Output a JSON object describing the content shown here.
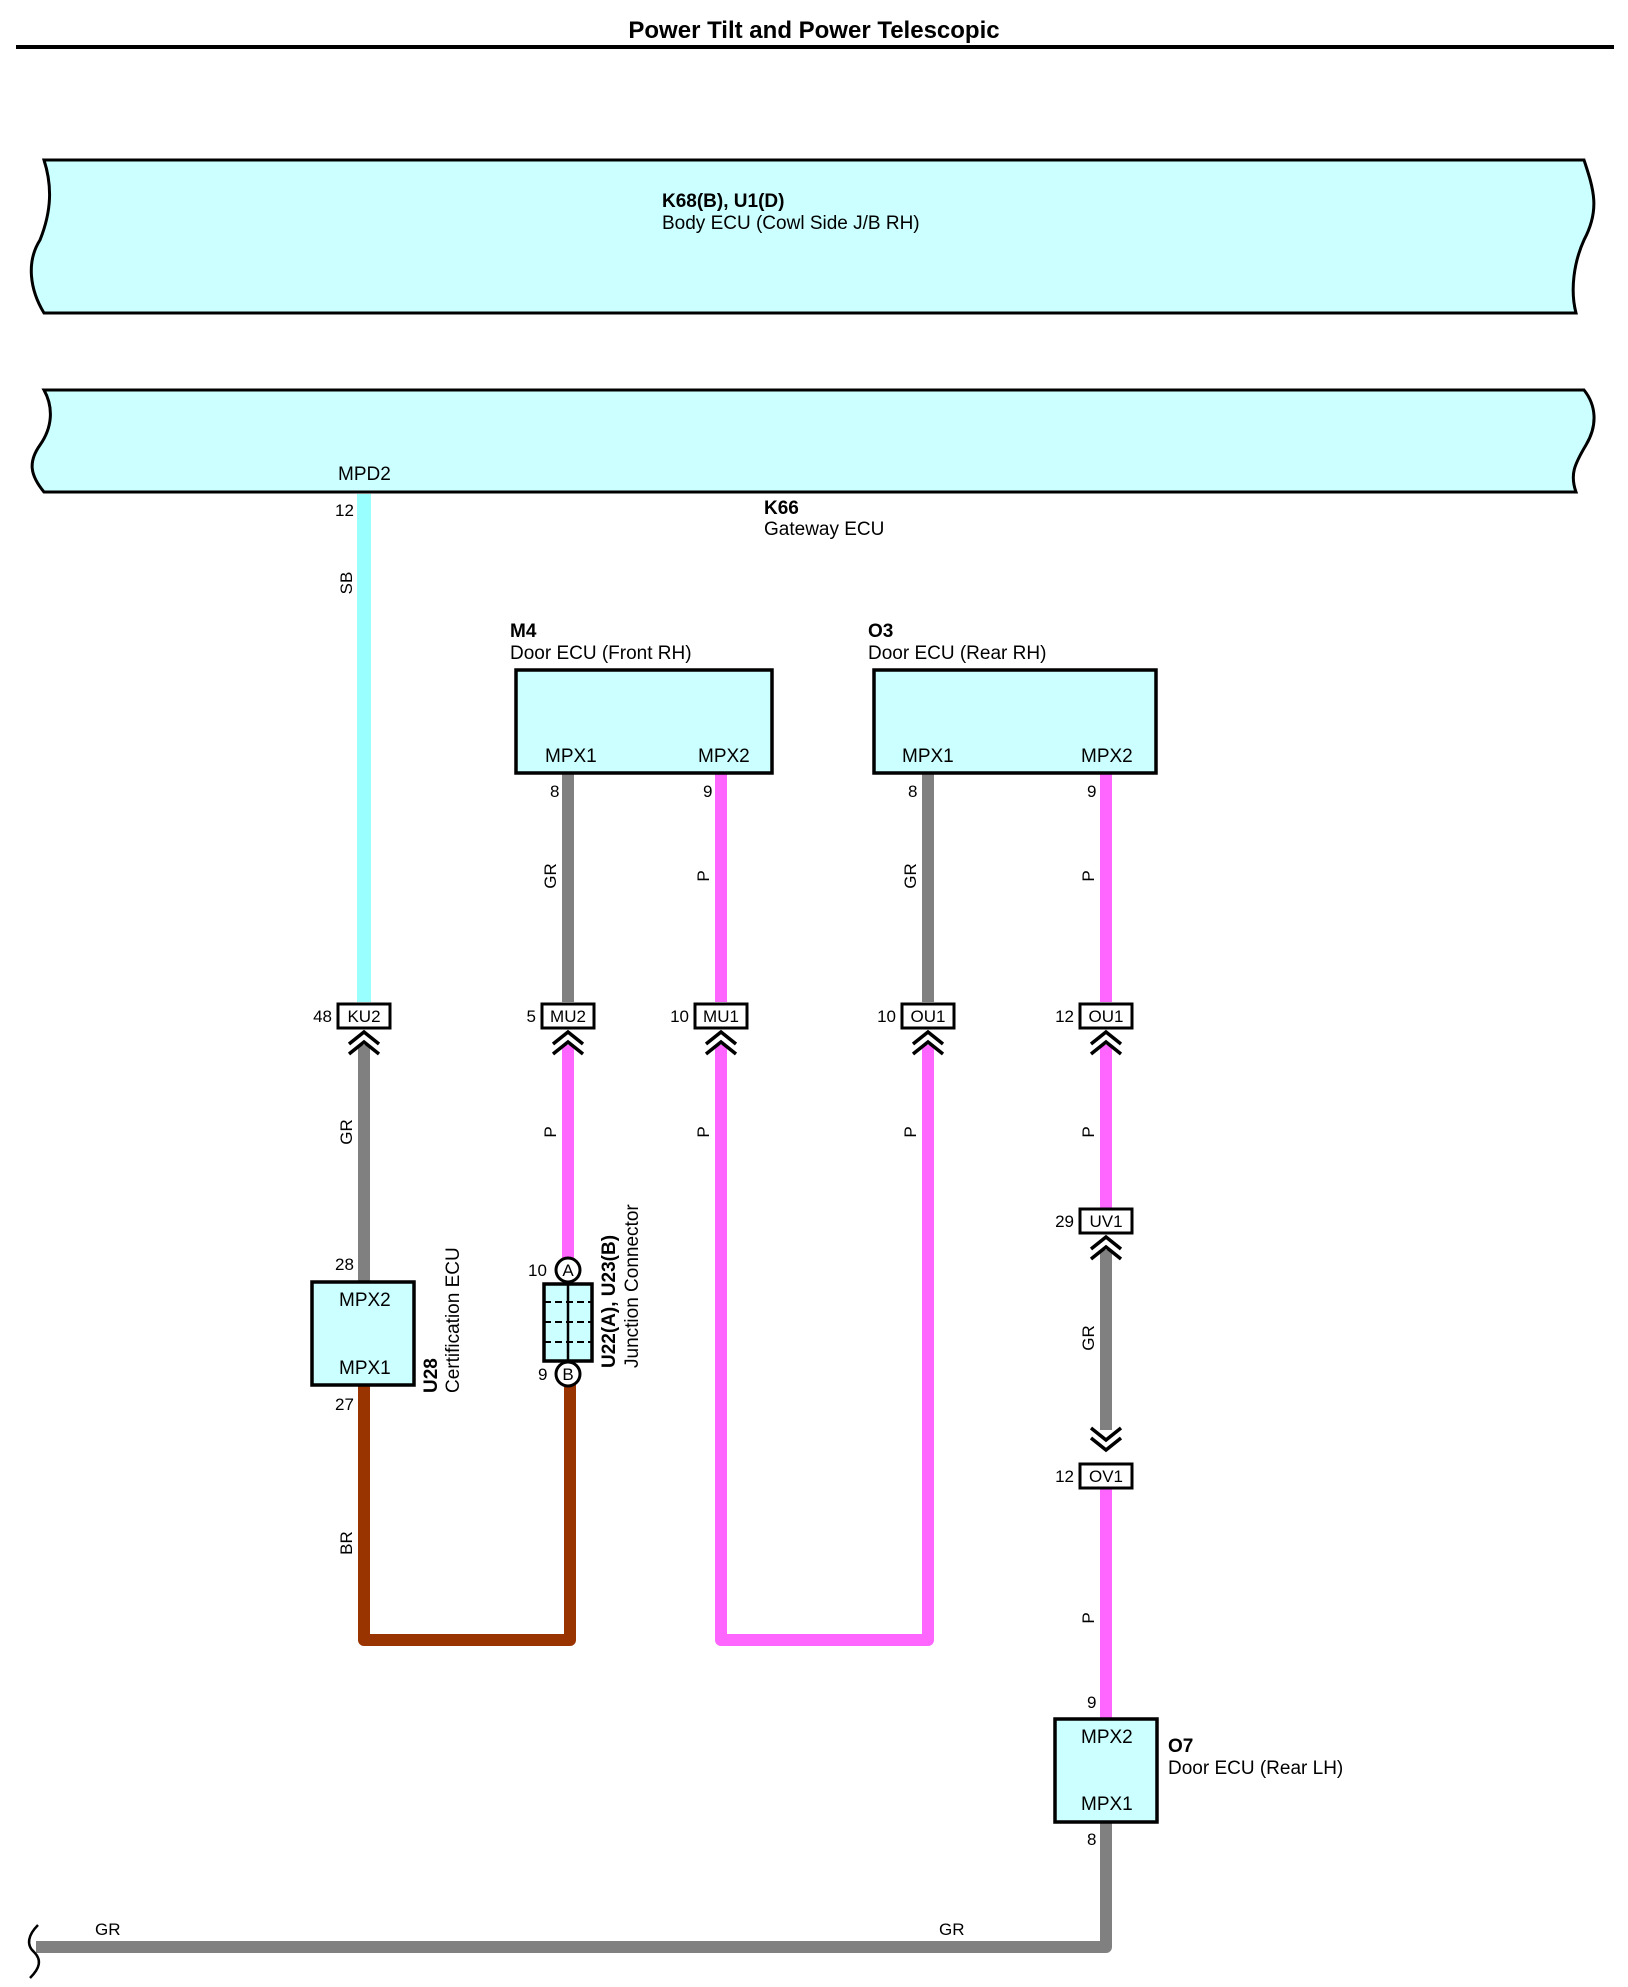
{
  "title": "Power Tilt and Power Telescopic",
  "colors": {
    "ecu_fill": "#ccffff",
    "wire_SB": "#99ffff",
    "wire_GR": "#808080",
    "wire_P": "#ff66ff",
    "wire_BR": "#993300"
  },
  "components": {
    "body_ecu": {
      "code": "K68(B), U1(D)",
      "name": "Body ECU (Cowl Side J/B RH)"
    },
    "gateway_ecu": {
      "code": "K66",
      "name": "Gateway ECU",
      "pin_name": "MPD2",
      "pin_num": "12"
    },
    "door_fr": {
      "code": "M4",
      "name": "Door ECU (Front RH)",
      "pin1_name": "MPX1",
      "pin2_name": "MPX2",
      "pin1_num": "8",
      "pin2_num": "9"
    },
    "door_rr": {
      "code": "O3",
      "name": "Door ECU (Rear RH)",
      "pin1_name": "MPX1",
      "pin2_name": "MPX2",
      "pin1_num": "8",
      "pin2_num": "9"
    },
    "cert_ecu": {
      "code": "U28",
      "name": "Certification ECU",
      "pin_top_name": "MPX2",
      "pin_bottom_name": "MPX1",
      "pin_top_num": "28",
      "pin_bottom_num": "27"
    },
    "junction": {
      "code": "U22(A), U23(B)",
      "name": "Junction Connector",
      "pin_a": "A",
      "pin_b": "B",
      "pin_a_num": "10",
      "pin_b_num": "9"
    },
    "door_rl": {
      "code": "O7",
      "name": "Door ECU (Rear LH)",
      "pin_top_name": "MPX2",
      "pin_bottom_name": "MPX1",
      "pin_top_num": "9",
      "pin_bottom_num": "8"
    }
  },
  "connectors": [
    {
      "id": "KU2",
      "pin": "48"
    },
    {
      "id": "MU2",
      "pin": "5"
    },
    {
      "id": "MU1",
      "pin": "10"
    },
    {
      "id": "OU1",
      "pin": "10"
    },
    {
      "id": "OU1",
      "pin": "12"
    },
    {
      "id": "UV1",
      "pin": "29"
    },
    {
      "id": "OV1",
      "pin": "12"
    }
  ],
  "wire_labels": {
    "gw_sb": "SB",
    "fr_mpx1": "GR",
    "fr_mpx2": "P",
    "rr_mpx1": "GR",
    "rr_mpx2": "P",
    "ku2_down": "GR",
    "mu2_down": "P",
    "mu1_down": "P",
    "ou1a_down": "P",
    "ou1b_down": "P",
    "uv1_down": "GR",
    "ov1_down": "P",
    "cert_br": "BR",
    "bottom_left": "GR",
    "bottom_right": "GR"
  }
}
